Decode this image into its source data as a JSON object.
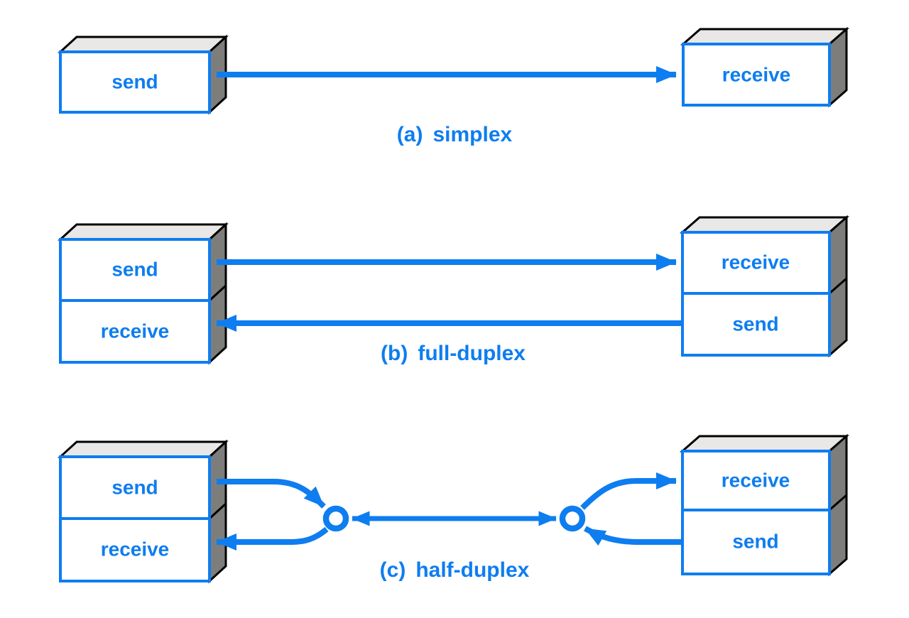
{
  "colors": {
    "accent": "#0e7df0",
    "top_face": "#e9e8e6",
    "side_face": "#7d7d7b",
    "edge": "#000000",
    "bg": "#ffffff"
  },
  "sections": [
    {
      "caption_prefix": "(a)",
      "caption_name": "simplex",
      "left_device": {
        "compartments": [
          "send"
        ]
      },
      "right_device": {
        "compartments": [
          "receive"
        ]
      }
    },
    {
      "caption_prefix": "(b)",
      "caption_name": "full-duplex",
      "left_device": {
        "compartments": [
          "send",
          "receive"
        ]
      },
      "right_device": {
        "compartments": [
          "receive",
          "send"
        ]
      }
    },
    {
      "caption_prefix": "(c)",
      "caption_name": "half-duplex",
      "left_device": {
        "compartments": [
          "send",
          "receive"
        ]
      },
      "right_device": {
        "compartments": [
          "receive",
          "send"
        ]
      }
    }
  ]
}
